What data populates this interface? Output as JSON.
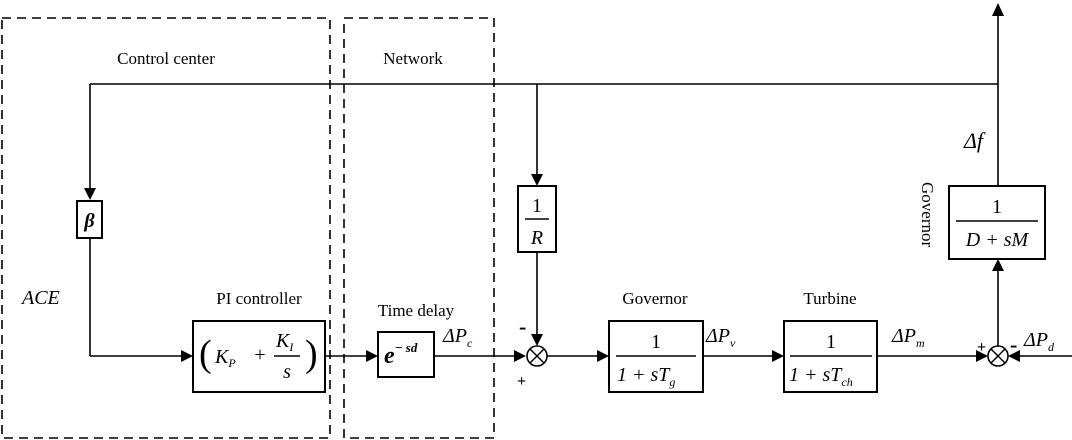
{
  "regions": {
    "control_center": "Control center",
    "network": "Network"
  },
  "labels": {
    "ace": "ACE",
    "pi_controller": "PI controller",
    "time_delay": "Time delay",
    "governor": "Governor",
    "turbine": "Turbine",
    "governor_vertical": "Governor"
  },
  "blocks": {
    "beta": "β",
    "droop_num": "1",
    "droop_den": "R",
    "pi_kp": "K",
    "pi_kp_sub": "P",
    "pi_plus": " + ",
    "pi_ki": "K",
    "pi_ki_sub": "I",
    "pi_s": "s",
    "delay_base": "e",
    "delay_exp": "− sd",
    "gov_num": "1",
    "gov_den_a": "1 + sT",
    "gov_den_sub": "g",
    "turb_num": "1",
    "turb_den_a": "1 + sT",
    "turb_den_sub": "ch",
    "load_num": "1",
    "load_den": "D + sM"
  },
  "signals": {
    "dpc": "ΔP",
    "dpc_sub": "c",
    "dpv": "ΔP",
    "dpv_sub": "v",
    "dpm": "ΔP",
    "dpm_sub": "m",
    "dpd": "ΔP",
    "dpd_sub": "d",
    "df": "Δf"
  },
  "signs": {
    "sum1_top": "-",
    "sum1_bottom": "+",
    "sum2_left": "+",
    "sum2_right": "-"
  }
}
